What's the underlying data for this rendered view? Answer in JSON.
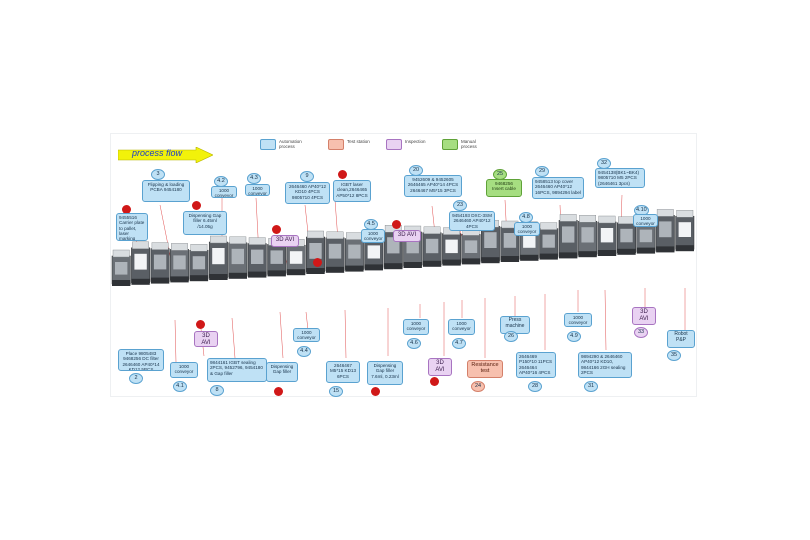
{
  "legend": {
    "automation": "Automation process",
    "test": "Test station",
    "inspection": "Inspection",
    "manual": "Manual process"
  },
  "colors": {
    "automation": "#bfe1f5",
    "test": "#f7c0ae",
    "inspection": "#e9d2f2",
    "manual": "#a6de81",
    "arrow": "#f2f20a",
    "marker": "#d01818"
  },
  "flow_label": "process flow",
  "stations": {
    "s3": {
      "num": "3",
      "text": "Flipping & loading PCBA 9454180"
    },
    "s9455": {
      "text": "9455516 Carrier plate to pallet, laser marking"
    },
    "sdisp1": {
      "text": "Dispensing Gap filler 6.45ml /14.05g"
    },
    "s42": {
      "num": "4.2",
      "text": "1000 conveyor"
    },
    "s43": {
      "num": "4.3",
      "text": "1000 conveyor"
    },
    "s9": {
      "num": "9",
      "text": "2646460 AP40*12 KD10 4PCS 9805710 4PCS"
    },
    "s10": {
      "text": "IGBT laser clean,2646465 AP50*12 8PCS"
    },
    "s45": {
      "num": "4.5",
      "text": "1000 conveyor"
    },
    "s20": {
      "num": "20",
      "text": "9452609 & 9452605 2646465 AP40*14 4PCS 2646467 M5*15 3PCS"
    },
    "s23": {
      "num": "23",
      "text": "9454193 DXC-3SM 2646460 AP40*12 4PCS"
    },
    "s25": {
      "num": "25",
      "text": "9468256 Insert cable"
    },
    "s48": {
      "num": "4.8",
      "text": "1000 conveyor"
    },
    "s29": {
      "num": "29",
      "text": "9458513 top cover 2646460 AP40*12 16PCS, 9894294 label"
    },
    "s32": {
      "num": "32",
      "text": "9454138(BK1~BK4) 9805710 M5 2PCS (2646461 3pcs)"
    },
    "s410": {
      "num": "4.10",
      "text": "1000 conveyor"
    },
    "s2": {
      "num": "2",
      "text": "Place 9805483 9468256 DC filter 2646460 AP40*14 KD12 5PCS"
    },
    "s41": {
      "num": "4.1",
      "text": "1000 conveyor"
    },
    "s8": {
      "num": "8",
      "text": "9844161 IGBT sealing 2PCS, 9452796, 9454180 & Gap filler"
    },
    "sdisp2": {
      "text": "Dispensing Gap filler"
    },
    "s44": {
      "num": "4.4",
      "text": "1000 conveyor"
    },
    "s15": {
      "num": "15",
      "text": "2646467 M5*15 KD13 6PCS"
    },
    "sdisp3": {
      "text": "Dispensing Gap filler 7.6ml, 0.23ml"
    },
    "s46": {
      "num": "4.6",
      "text": "1000 conveyor"
    },
    "s47": {
      "num": "4.7",
      "text": "1000 conveyor"
    },
    "s24": {
      "num": "24",
      "text": "Resistance test"
    },
    "s26": {
      "num": "26",
      "text": "Press machine"
    },
    "s28": {
      "num": "28",
      "text": "2646469 P150*10 11PCS 2646464 AP40*16 4PCS"
    },
    "s49": {
      "num": "4.9",
      "text": "1000 conveyor"
    },
    "s31": {
      "num": "31",
      "text": "9894290 & 2646460 AP40*12 KD10, 9844166 2GH sealing 2PCS"
    },
    "s35": {
      "num": "35",
      "text": "Robot P&P"
    },
    "s33": {
      "num": "33"
    }
  },
  "avi_label": "3D AVI"
}
